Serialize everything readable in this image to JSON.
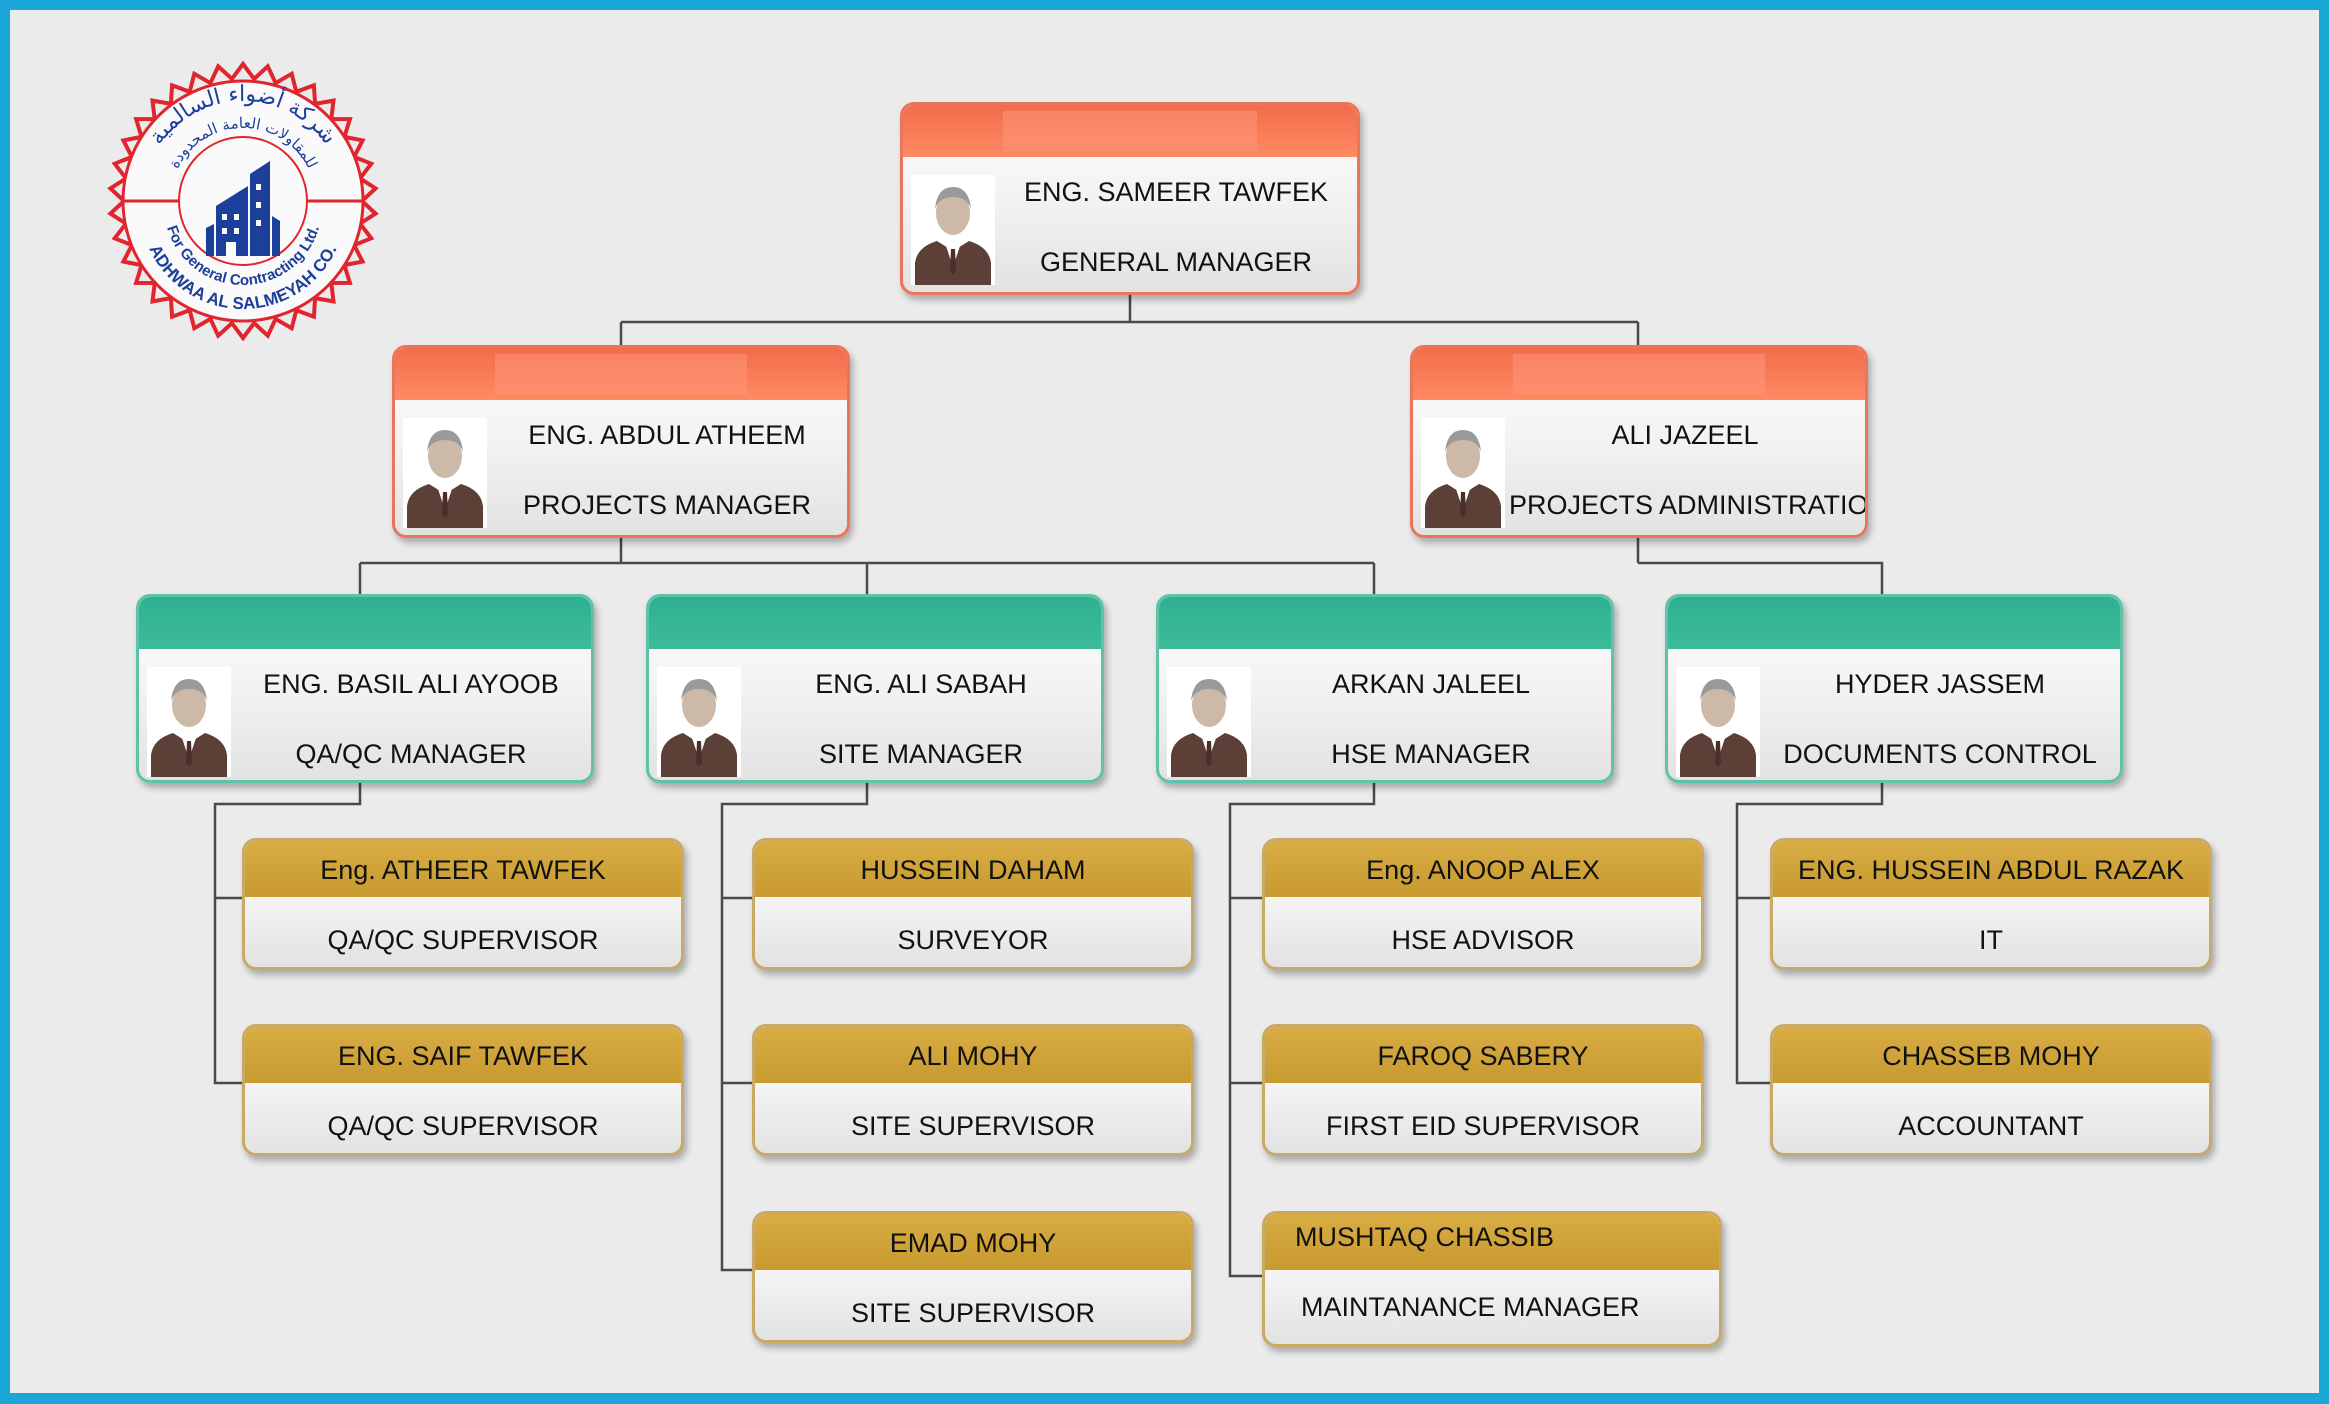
{
  "logo": {
    "arabic_line1": "شركة أضواء السالمية",
    "arabic_line2": "للمقاولات العامة المحدودة",
    "english_line1": "For General Contracting Ltd.",
    "english_line2": "ADHWAA AL SALMEYAH CO."
  },
  "general_manager": {
    "name": "ENG. SAMEER TAWFEK",
    "title": "GENERAL MANAGER"
  },
  "level2": [
    {
      "name": "ENG. ABDUL ATHEEM",
      "title": "PROJECTS MANAGER"
    },
    {
      "name": "ALI JAZEEL",
      "title": "PROJECTS ADMINISTRATION"
    }
  ],
  "managers": [
    {
      "name": "ENG. BASIL ALI AYOOB",
      "title": "QA/QC MANAGER"
    },
    {
      "name": "ENG. ALI SABAH",
      "title": "SITE MANAGER"
    },
    {
      "name": "ARKAN JALEEL",
      "title": "HSE MANAGER"
    },
    {
      "name": "HYDER JASSEM",
      "title": "DOCUMENTS CONTROL"
    }
  ],
  "staff": [
    [
      {
        "name": "Eng. ATHEER TAWFEK",
        "title": "QA/QC SUPERVISOR"
      },
      {
        "name": "ENG. SAIF TAWFEK",
        "title": "QA/QC SUPERVISOR"
      }
    ],
    [
      {
        "name": "HUSSEIN DAHAM",
        "title": "SURVEYOR"
      },
      {
        "name": "ALI MOHY",
        "title": "SITE SUPERVISOR"
      },
      {
        "name": "EMAD MOHY",
        "title": "SITE SUPERVISOR"
      }
    ],
    [
      {
        "name": "Eng. ANOOP ALEX",
        "title": "HSE ADVISOR"
      },
      {
        "name": "FAROQ SABERY",
        "title": "FIRST EID SUPERVISOR"
      },
      {
        "name": "MUSHTAQ CHASSIB",
        "title": "MAINTANANCE MANAGER"
      }
    ],
    [
      {
        "name": "ENG. HUSSEIN ABDUL RAZAK",
        "title": "IT"
      },
      {
        "name": "CHASSEB MOHY",
        "title": "ACCOUNTANT"
      }
    ]
  ],
  "colors": {
    "frame": "#1aa7d8",
    "background": "#ebebeb",
    "executive_header": "#f26c4c",
    "manager_header": "#2fb191",
    "staff_header": "#d1a43c",
    "connector": "#4a4a4a",
    "logo_red": "#e0252e",
    "logo_blue": "#1d3f9c"
  }
}
